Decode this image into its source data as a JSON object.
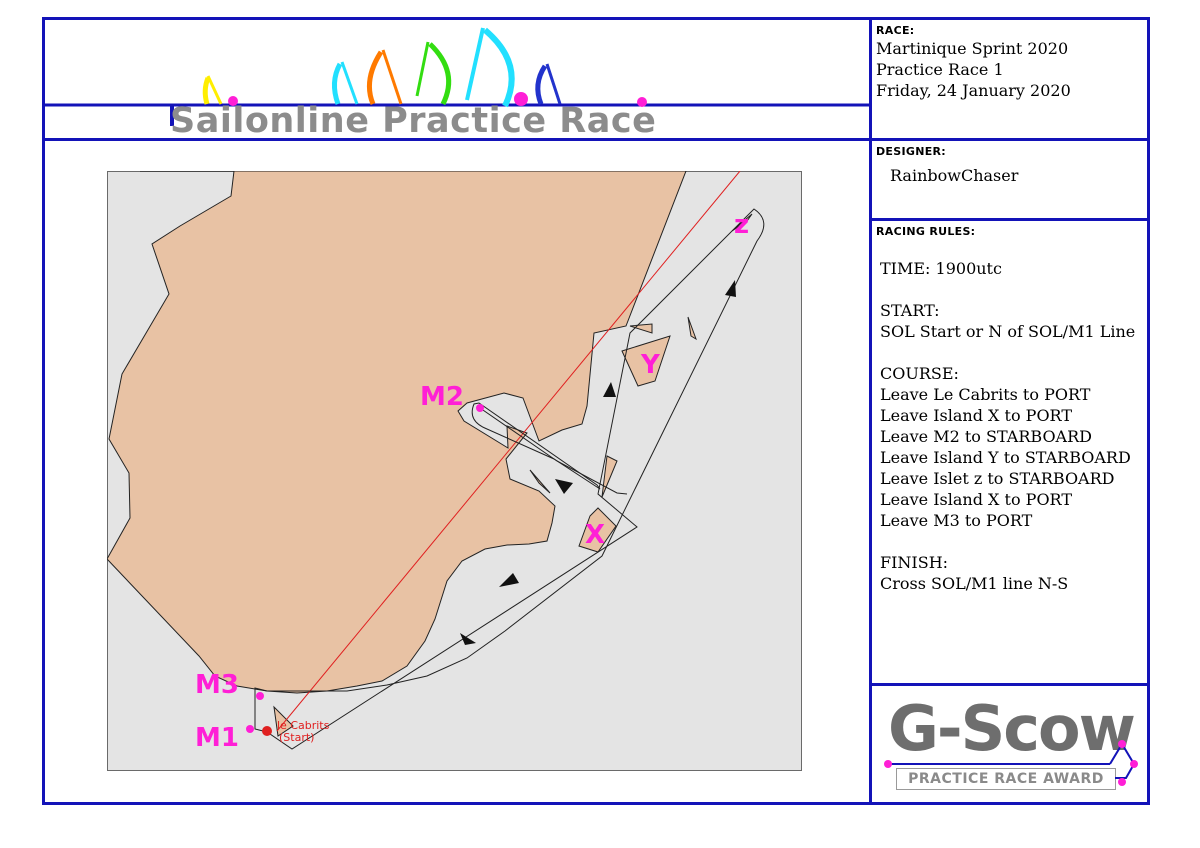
{
  "banner": {
    "title": "Sailonline Practice Race"
  },
  "race": {
    "label": "RACE:",
    "name": "Martinique Sprint 2020",
    "subtitle": "Practice Race 1",
    "date": "Friday, 24 January 2020"
  },
  "designer": {
    "label": "DESIGNER:",
    "name": "RainbowChaser"
  },
  "rules": {
    "label": "RACING RULES:",
    "time": "TIME: 1900utc",
    "start_heading": "START:",
    "start_text": "SOL Start or N of SOL/M1 Line",
    "course_heading": "COURSE:",
    "course": [
      "Leave Le Cabrits to PORT",
      "Leave Island X to PORT",
      "Leave M2 to STARBOARD",
      "Leave Island Y to STARBOARD",
      "Leave Islet z to STARBOARD",
      "Leave Island X to PORT",
      "Leave M3 to PORT"
    ],
    "finish_heading": "FINISH:",
    "finish_text": "Cross SOL/M1 line N-S"
  },
  "map": {
    "marks": {
      "z": "z",
      "y": "Y",
      "x": "X",
      "m1": "M1",
      "m2": "M2",
      "m3": "M3"
    },
    "start_label_line1": "le Cabrits",
    "start_label_line2": "(Start)"
  },
  "award": {
    "big": "G-Scow",
    "small": "PRACTICE RACE AWARD"
  },
  "colors": {
    "frame": "#1313b8",
    "land": "#e8c2a4",
    "sea": "#e4e4e4",
    "mark": "#ff1fd6",
    "start": "#e02020"
  }
}
